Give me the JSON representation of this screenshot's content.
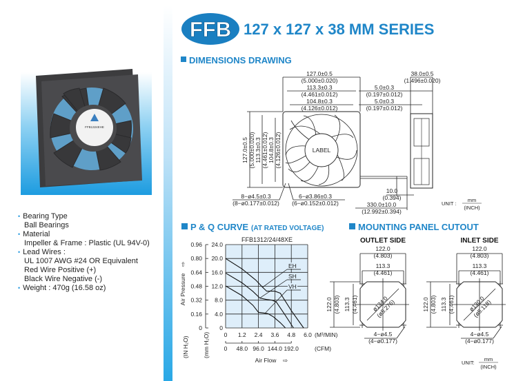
{
  "header": {
    "logo": "FFB",
    "title": "127 x 127 x 38 MM SERIES"
  },
  "colors": {
    "accent": "#1f86c8",
    "logo_bg": "#1a7fc1"
  },
  "specs": [
    {
      "label": "Bearing Type",
      "lines": [
        "Ball Bearings"
      ]
    },
    {
      "label": "Material",
      "lines": [
        "Impeller & Frame : Plastic (UL 94V-0)"
      ]
    },
    {
      "label": "Lead Wires :",
      "lines": [
        "UL 1007 AWG #24 OR Equivalent",
        "Red Wire Positive (+)",
        "Black Wire Negative (-)"
      ]
    },
    {
      "label": "Weight : 470g (16.58 oz)",
      "lines": []
    }
  ],
  "photo": {
    "hub_label": "FFB1324EHE"
  },
  "dimensions": {
    "title": "DIMENSIONS DRAWING",
    "width_outer": "127.0±0.5",
    "width_outer_in": "(5.000±0.020)",
    "hole_pitch": "113.3±0.3",
    "hole_pitch_in": "(4.461±0.012)",
    "inner": "104.8±0.3",
    "inner_in": "(4.126±0.012)",
    "label": "LABEL",
    "holes_a": "8−ø4.5±0.3",
    "holes_a_in": "(8−ø0.177±0.012)",
    "holes_b": "6−ø3.86±0.3",
    "holes_b_in": "(6−ø0.152±0.012)",
    "depth": "38.0±0.5",
    "depth_in": "(1.496±0.020)",
    "flange1": "5.0±0.3",
    "flange1_in": "(0.197±0.012)",
    "flange2": "5.0±0.3",
    "flange2_in": "(0.197±0.012)",
    "strip": "10.0",
    "strip_in": "(0.394)",
    "lead": "330.0±10.0",
    "lead_in": "(12.992±0.394)",
    "unit_label": "UNIT :",
    "unit_mm": "mm",
    "unit_inch": "(INCH)"
  },
  "pq": {
    "title": "P & Q CURVE",
    "subtitle": "(AT RATED VOLTAGE)"
  },
  "chart_data": {
    "type": "line",
    "title": "FFB1312/24/48XE",
    "xlabel": "Air Flow",
    "ylabel": "Air Pressure",
    "x_unit": "(M³/MIN)",
    "x2_unit": "(CFM)",
    "y_unit": "(mm H₂O)",
    "y2_unit": "(IN H₂O)",
    "xlim": [
      0,
      6.0
    ],
    "ylim": [
      0,
      24.0
    ],
    "x_ticks": [
      "0",
      "1.2",
      "2.4",
      "3.6",
      "4.8",
      "6.0"
    ],
    "x2_ticks": [
      "0",
      "48.0",
      "96.0",
      "144.0",
      "192.0"
    ],
    "y_ticks": [
      "0",
      "4.0",
      "8.0",
      "12.0",
      "16.0",
      "20.0",
      "24.0"
    ],
    "y2_ticks": [
      "0",
      "0.16",
      "0.32",
      "0.48",
      "0.64",
      "0.80",
      "0.96"
    ],
    "grid": true,
    "series": [
      {
        "name": "EH",
        "x": [
          0,
          1.2,
          2.2,
          2.7,
          3.0,
          3.6,
          4.0,
          4.8,
          5.7
        ],
        "y": [
          20.0,
          17.0,
          13.8,
          11.7,
          10.6,
          10.6,
          10.0,
          5.0,
          0
        ]
      },
      {
        "name": "SH",
        "x": [
          0,
          1.2,
          2.0,
          2.5,
          3.0,
          3.4,
          3.7,
          4.3,
          4.96
        ],
        "y": [
          15.8,
          13.0,
          10.5,
          8.6,
          8.2,
          8.0,
          7.5,
          4.0,
          0
        ]
      },
      {
        "name": "VH",
        "x": [
          0,
          1.2,
          2.0,
          2.4,
          2.8,
          3.1,
          3.5,
          4.0,
          4.37
        ],
        "y": [
          12.1,
          9.3,
          6.5,
          4.5,
          4.3,
          4.1,
          3.2,
          1.5,
          0
        ]
      }
    ]
  },
  "mounting": {
    "title": "MOUNTING PANEL CUTOUT",
    "outlet": {
      "title": "OUTLET SIDE",
      "w": "122.0",
      "w_in": "(4.803)",
      "p": "113.3",
      "p_in": "(4.461)",
      "dia": "ø134.0",
      "dia_in": "(ø5.276)",
      "holes": "4−ø4.5",
      "holes_in": "(4−ø0.177)"
    },
    "inlet": {
      "title": "INLET SIDE",
      "w": "122.0",
      "w_in": "(4.803)",
      "p": "113.3",
      "p_in": "(4.461)",
      "dia": "ø130.0",
      "dia_in": "(ø5.118)",
      "holes": "4−ø4.5",
      "holes_in": "(4−ø0.177)"
    },
    "unit_label": "UNIT:",
    "unit_mm": "mm",
    "unit_inch": "(INCH)"
  }
}
